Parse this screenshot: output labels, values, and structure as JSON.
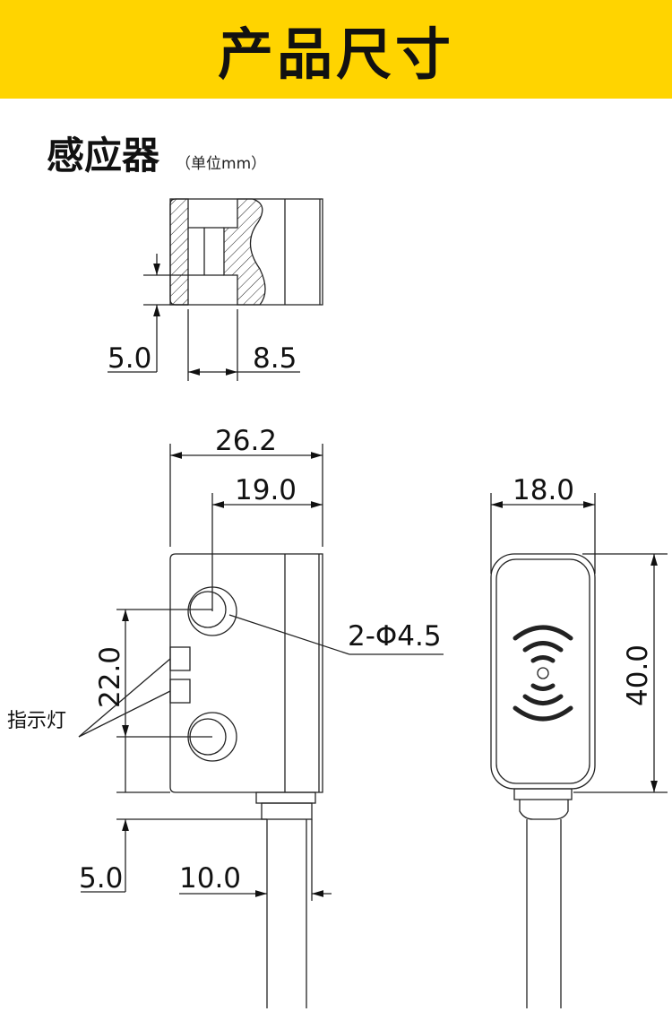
{
  "header": {
    "title": "产品尺寸",
    "background": "#FFD400"
  },
  "section": {
    "title": "感应器",
    "unit": "（单位mm）"
  },
  "top_view": {
    "dim_left": "5.0",
    "dim_hole": "8.5"
  },
  "front_view": {
    "dim_total_width": "26.2",
    "dim_hole_offset": "19.0",
    "dim_hole_spacing": "22.0",
    "hole_label": "2-Φ4.5",
    "indicator_label": "指示灯",
    "dim_cable_offset": "5.0",
    "dim_cable_width": "10.0"
  },
  "side_view": {
    "dim_width": "18.0",
    "dim_height": "40.0"
  }
}
